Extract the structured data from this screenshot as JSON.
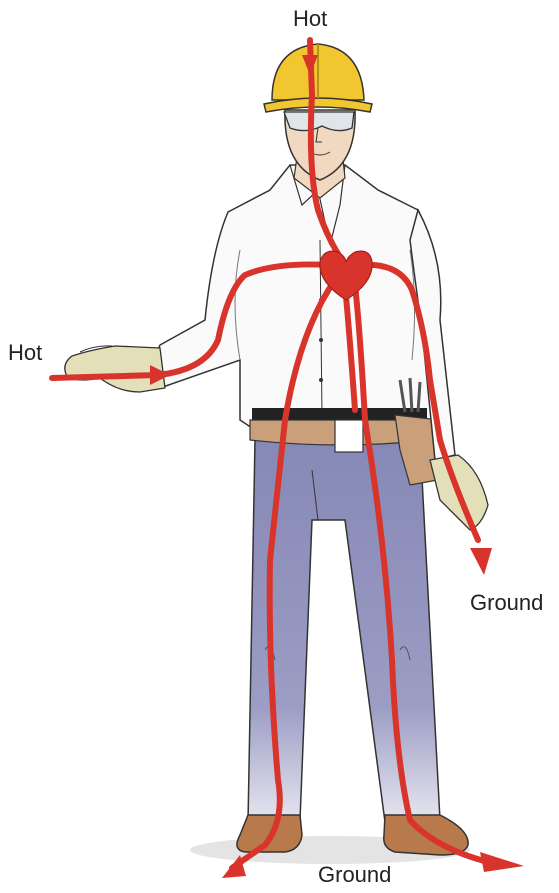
{
  "labels": {
    "hot_top": "Hot",
    "hot_left": "Hot",
    "ground_right": "Ground",
    "ground_bottom": "Ground"
  },
  "colors": {
    "current": "#d9342b",
    "heart": "#d9342b",
    "hardhat": "#f2c62f",
    "shirt": "#fafafa",
    "pants": "#8e8fb9",
    "belt": "#222222",
    "toolbelt": "#c9a07a",
    "boots": "#b87a4b",
    "gloves": "#e3dfb8",
    "skin": "#f1d8c0",
    "outline": "#333333"
  },
  "icons": [
    "heart-icon",
    "hardhat-icon",
    "safety-glasses-icon"
  ]
}
